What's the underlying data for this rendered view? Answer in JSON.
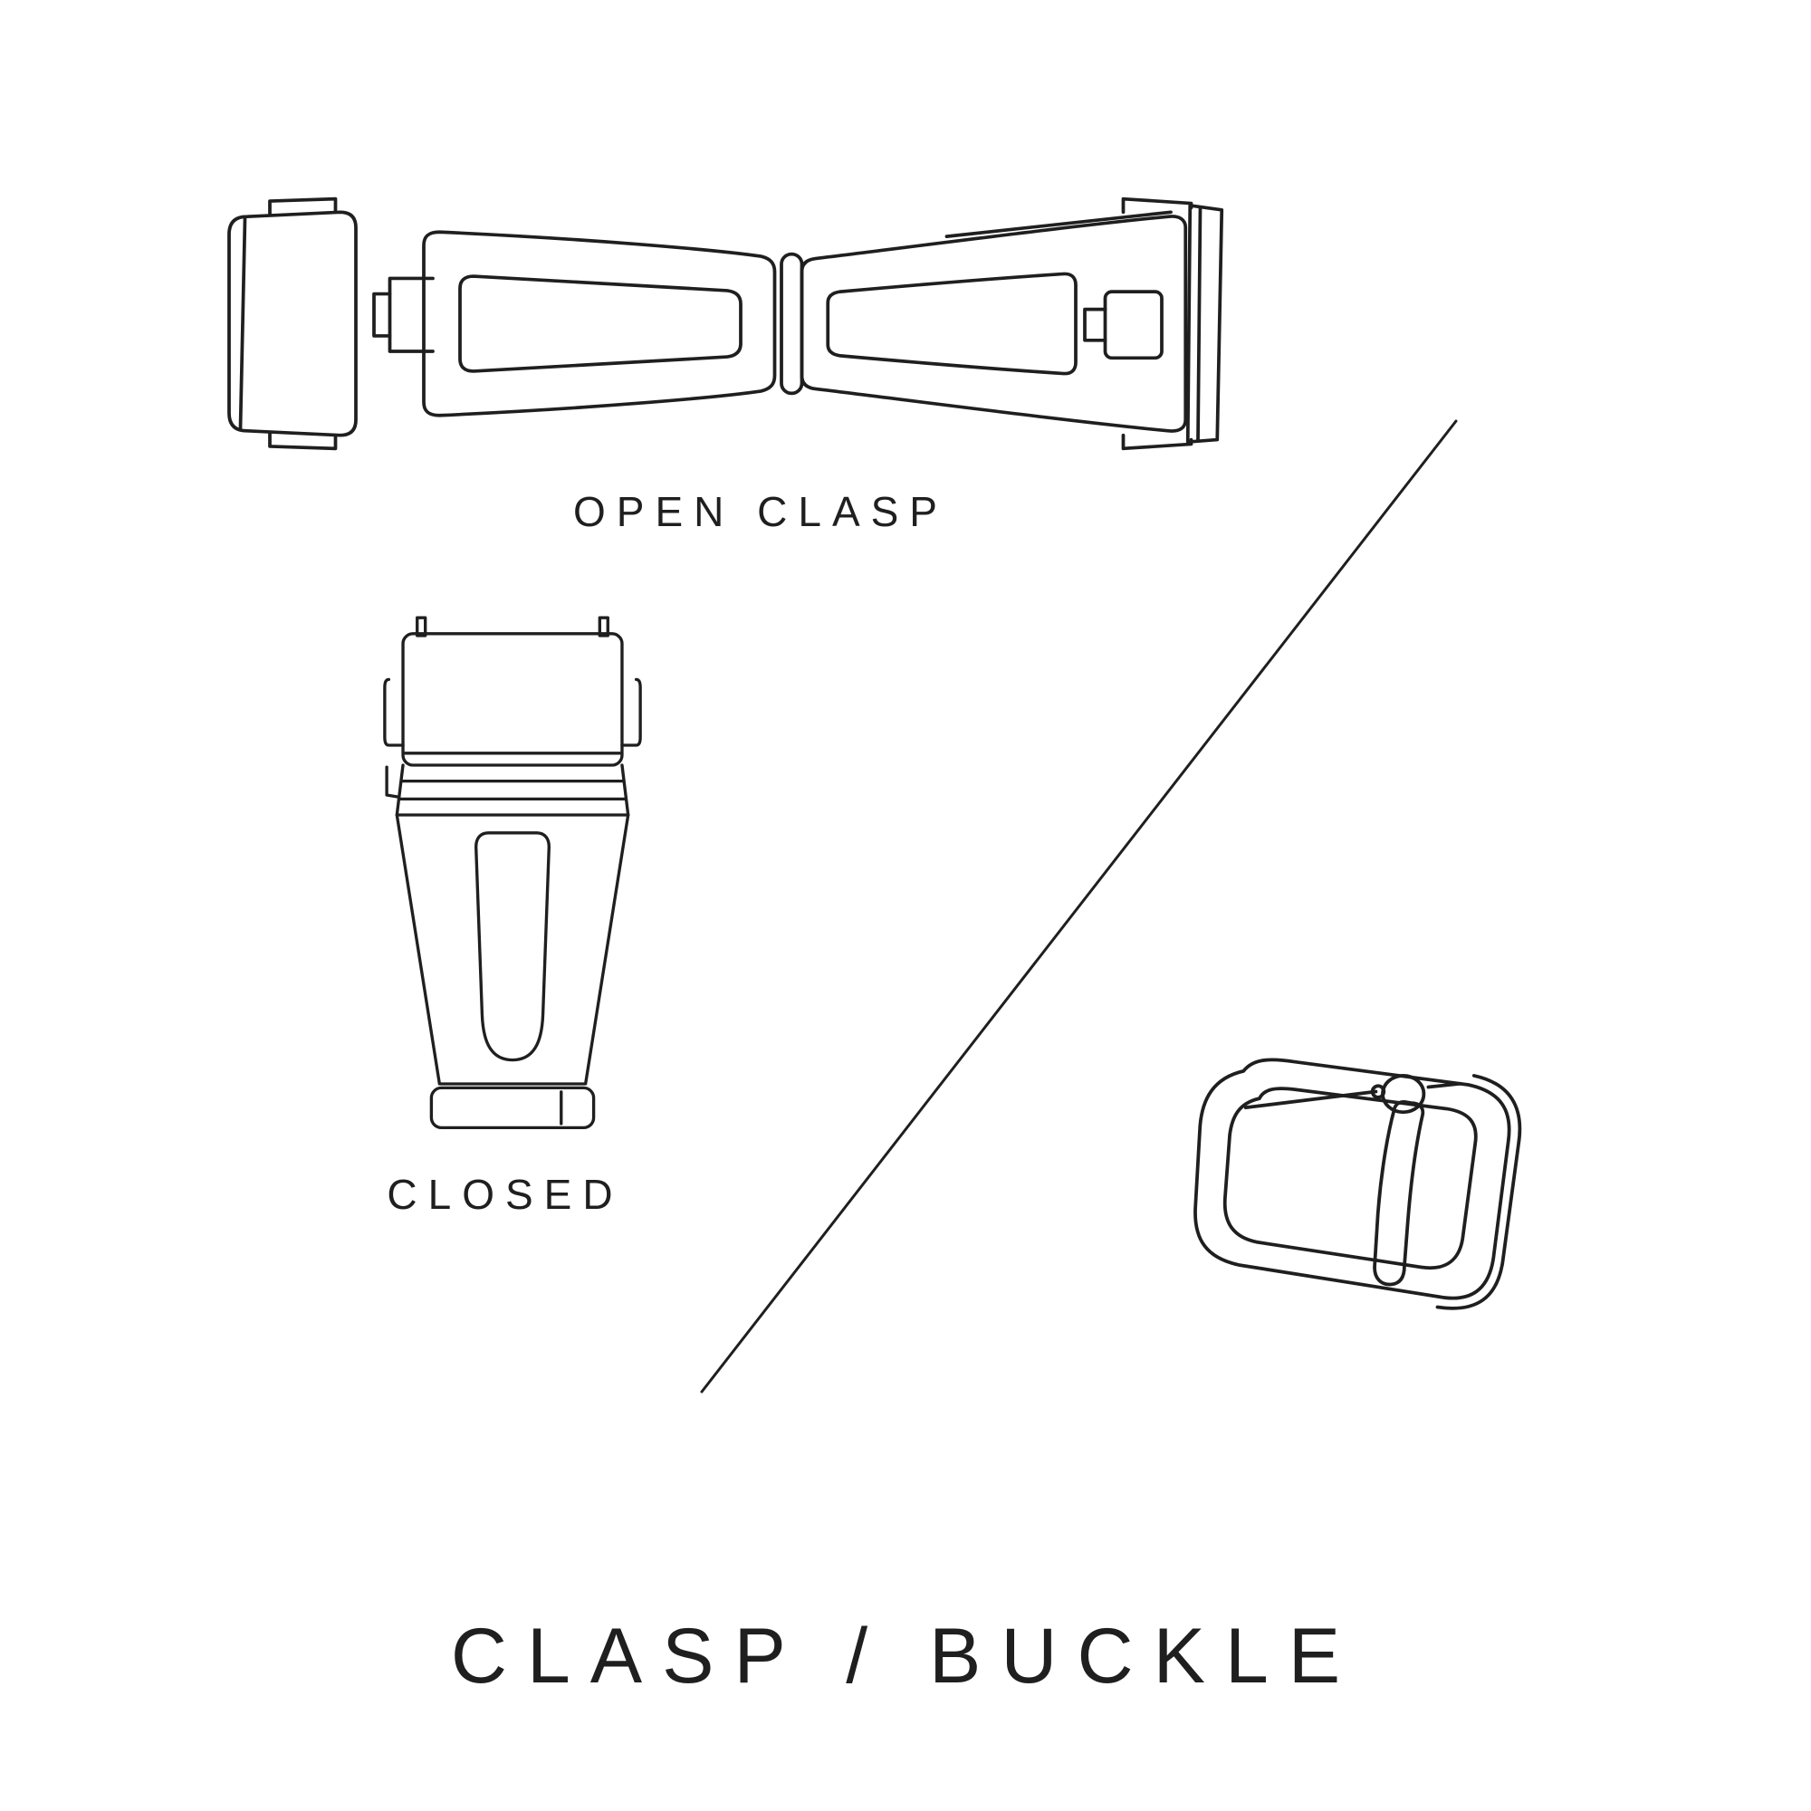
{
  "page": {
    "background_color": "#ffffff",
    "line_color": "#1f1f1f",
    "text_color": "#1f1f1f"
  },
  "title": "CLASP / BUCKLE",
  "labels": {
    "open_clasp": "OPEN CLASP",
    "closed": "CLOSED"
  },
  "illustrations": [
    "open-clasp-illustration",
    "closed-clasp-illustration",
    "tang-buckle-illustration",
    "diagonal-divider"
  ]
}
